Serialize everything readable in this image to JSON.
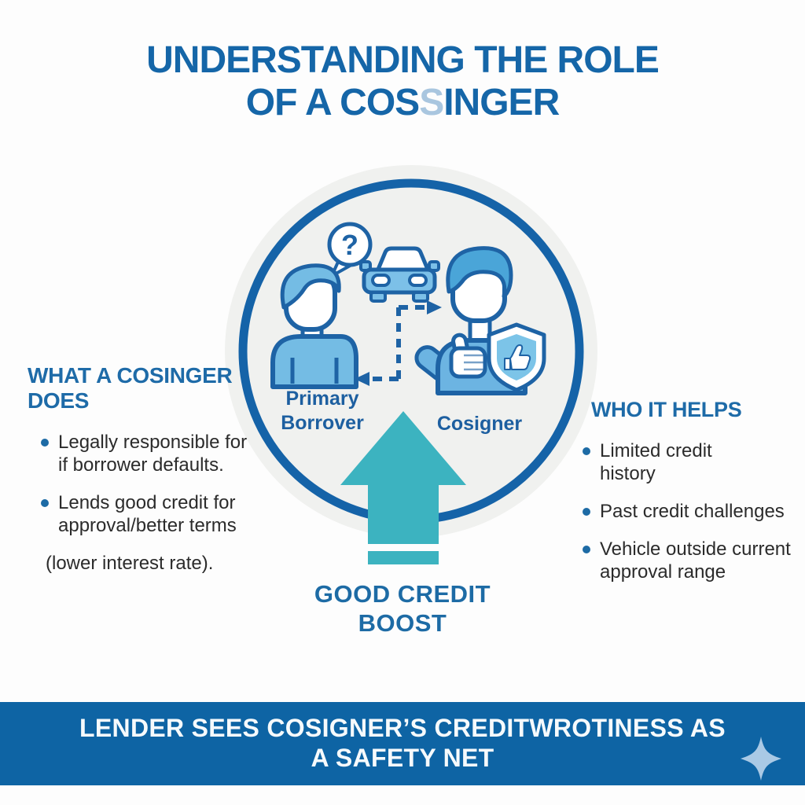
{
  "title": {
    "line1": "UNDERSTANDING THE ROLE",
    "line2_pre": "OF A COS",
    "line2_ghost": "S",
    "line2_post": "INGER"
  },
  "diagram": {
    "question_mark": "?",
    "primary_borrower_label": "Primary\nBorrover",
    "cosigner_label": "Cosigner",
    "arrow_caption": "GOOD CREDIT\nBOOST"
  },
  "left_panel": {
    "heading": "WHAT A COSINGER\nDOES",
    "bullets": [
      "Legally responsible for\nif borrower defaults.",
      "Lends good credit for\napproval/better terms"
    ],
    "note": "(lower interest rate)."
  },
  "right_panel": {
    "heading": "WHO IT HELPS",
    "bullets": [
      "Limited credit\nhistory",
      "Past credit challenges",
      "Vehicle outside current\napproval range"
    ]
  },
  "banner": {
    "text": "LENDER SEES COSIGNER’S CREDITWROTINESS AS\nA SAFETY NET"
  },
  "colors": {
    "title_blue": "#1566a8",
    "heading_blue": "#1e6ba8",
    "body_text": "#2b2b2b",
    "ring_blue": "#1563a8",
    "icon_outline": "#1e63a5",
    "icon_light_fill": "#7cc0e8",
    "person_fill": "#74bce4",
    "hair_fill": "#4aa5d8",
    "teal_arrow": "#3cb3c0",
    "banner_blue": "#0e64a4",
    "sparkle_blue": "#a9c9e5",
    "circle_fill": "#f0f1ef"
  }
}
